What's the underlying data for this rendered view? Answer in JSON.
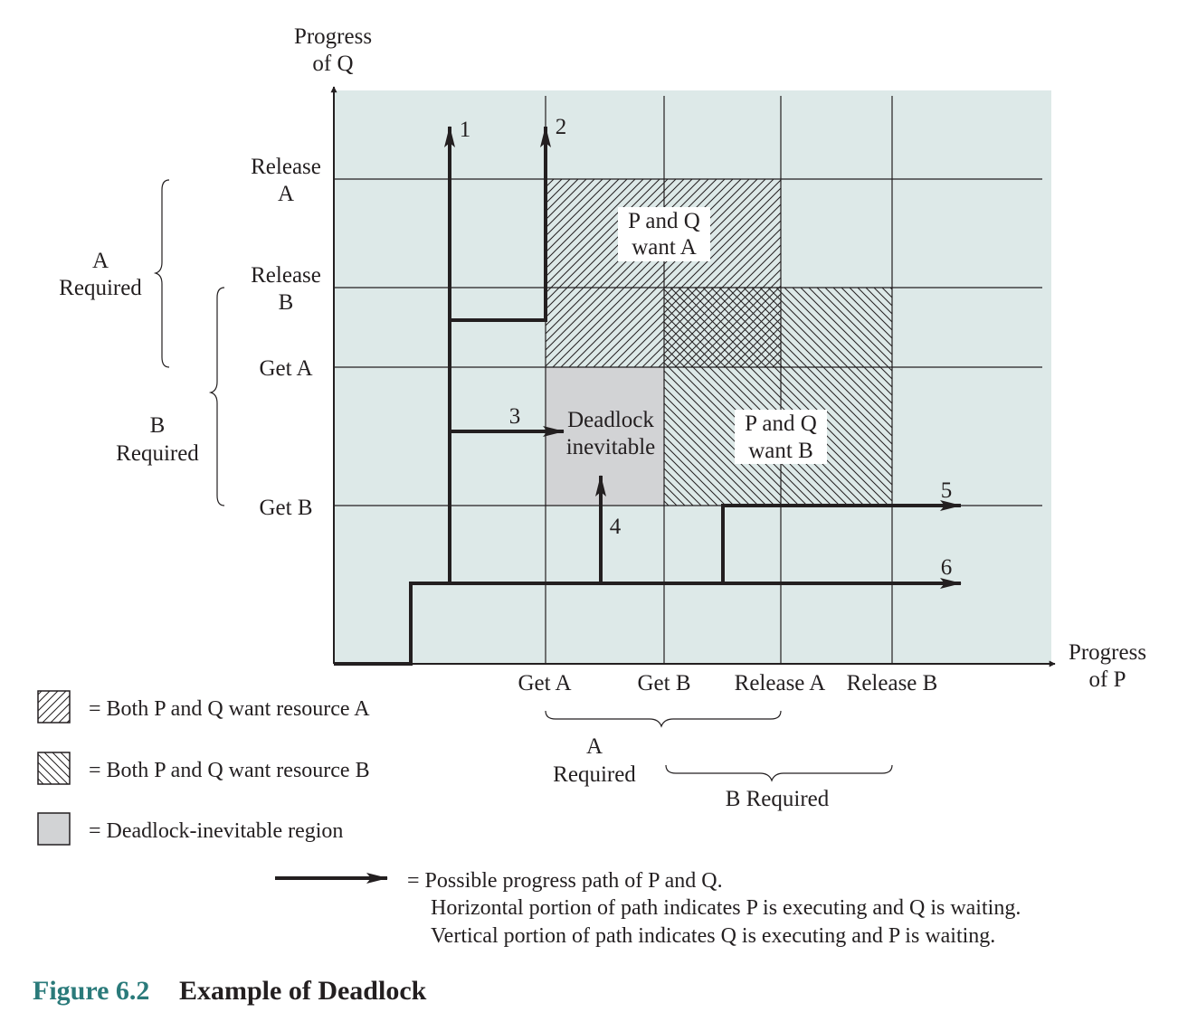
{
  "colors": {
    "background": "#dde9e8",
    "deadlock_region": "#d2d3d5",
    "line": "#231f20",
    "caption_number": "#2a7a7a"
  },
  "axes": {
    "y_title_line1": "Progress",
    "y_title_line2": "of Q",
    "x_title_line1": "Progress",
    "x_title_line2": "of P"
  },
  "y_labels": {
    "release_a_line1": "Release",
    "release_a_line2": "A",
    "release_b_line1": "Release",
    "release_b_line2": "B",
    "get_a": "Get A",
    "get_b": "Get B"
  },
  "x_labels": {
    "get_a": "Get A",
    "get_b": "Get B",
    "release_a": "Release A",
    "release_b": "Release B"
  },
  "braces": {
    "left_a_line1": "A",
    "left_a_line2": "Required",
    "left_b_line1": "B",
    "left_b_line2": "Required",
    "bottom_a_line1": "A",
    "bottom_a_line2": "Required",
    "bottom_b": "B Required"
  },
  "regions": {
    "want_a_line1": "P and Q",
    "want_a_line2": "want A",
    "want_b_line1": "P and Q",
    "want_b_line2": "want B",
    "deadlock_line1": "Deadlock",
    "deadlock_line2": "inevitable"
  },
  "paths": [
    "1",
    "2",
    "3",
    "4",
    "5",
    "6"
  ],
  "legend": {
    "want_a": "= Both P and Q want resource A",
    "want_b": "= Both P and Q want resource B",
    "deadlock": "= Deadlock-inevitable region",
    "path_line1": "= Possible progress path of P and Q.",
    "path_line2": "Horizontal portion of path indicates P is executing and Q is waiting.",
    "path_line3": "Vertical portion of path indicates Q is executing and P is waiting."
  },
  "caption": {
    "number": "Figure 6.2",
    "title": "Example of Deadlock"
  }
}
